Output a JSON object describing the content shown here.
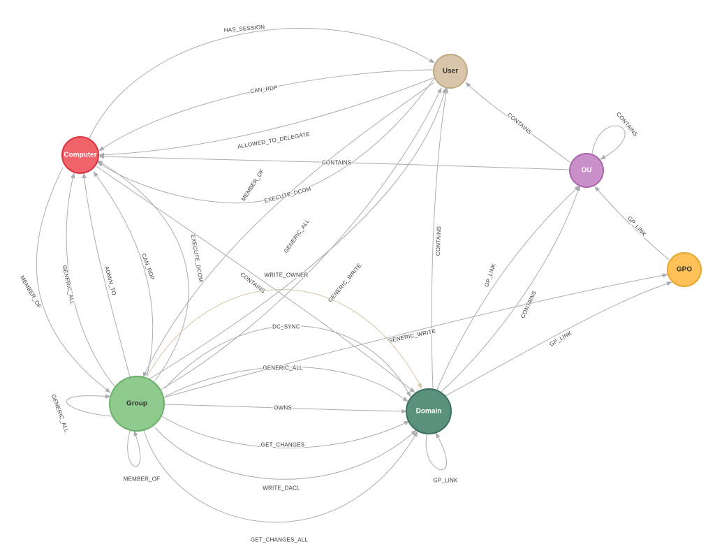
{
  "nodes": [
    {
      "id": "user",
      "label": "User",
      "fill": "#d9c5a9",
      "stroke": "#bfa884",
      "text": "#333333"
    },
    {
      "id": "computer",
      "label": "Computer",
      "fill": "#f0636b",
      "stroke": "#d9333d",
      "text": "#ffffff"
    },
    {
      "id": "ou",
      "label": "OU",
      "fill": "#c98fc9",
      "stroke": "#a966ab",
      "text": "#ffffff"
    },
    {
      "id": "gpo",
      "label": "GPO",
      "fill": "#ffc158",
      "stroke": "#e6a52a",
      "text": "#333333"
    },
    {
      "id": "group",
      "label": "Group",
      "fill": "#8fcb8f",
      "stroke": "#6ab06a",
      "text": "#333333"
    },
    {
      "id": "domain",
      "label": "Domain",
      "fill": "#5a917c",
      "stroke": "#3d705c",
      "text": "#ffffff"
    }
  ],
  "edges": [
    {
      "id": "e1",
      "label": "HAS_SESSION"
    },
    {
      "id": "e2",
      "label": "CAN_RDP"
    },
    {
      "id": "e3",
      "label": "ALLOWED_TO_DELEGATE"
    },
    {
      "id": "e4",
      "label": "CONTAINS"
    },
    {
      "id": "e5",
      "label": "EXECUTE_DCOM"
    },
    {
      "id": "e6",
      "label": "MEMBER_OF"
    },
    {
      "id": "e7",
      "label": "CONTAINS"
    },
    {
      "id": "e8",
      "label": "CONTAINS"
    },
    {
      "id": "e9",
      "label": "GP_LINK"
    },
    {
      "id": "e10",
      "label": "MEMBER_OF"
    },
    {
      "id": "e11",
      "label": "GENERIC_ALL"
    },
    {
      "id": "e12",
      "label": "ADMIN_TO"
    },
    {
      "id": "e13",
      "label": "CAN_RDP"
    },
    {
      "id": "e14",
      "label": "EXECUTE_DCOM"
    },
    {
      "id": "e15",
      "label": "CONTAINS"
    },
    {
      "id": "e16",
      "label": "GENERIC_ALL"
    },
    {
      "id": "e17",
      "label": "GENERIC_WRITE"
    },
    {
      "id": "e18",
      "label": "CONTAINS"
    },
    {
      "id": "e19",
      "label": "GP_LINK"
    },
    {
      "id": "e20",
      "label": "CONTAINS"
    },
    {
      "id": "e21",
      "label": "GENERIC_WRITE"
    },
    {
      "id": "e22",
      "label": "GP_LINK"
    },
    {
      "id": "e23",
      "label": "WRITE_OWNER"
    },
    {
      "id": "e24",
      "label": "DC_SYNC"
    },
    {
      "id": "e25",
      "label": "GENERIC_ALL"
    },
    {
      "id": "e26",
      "label": "OWNS"
    },
    {
      "id": "e27",
      "label": "GET_CHANGES"
    },
    {
      "id": "e28",
      "label": "WRITE_DACL"
    },
    {
      "id": "e29",
      "label": "GET_CHANGES_ALL"
    },
    {
      "id": "e30",
      "label": "GENERIC_ALL"
    },
    {
      "id": "e31",
      "label": "MEMBER_OF"
    },
    {
      "id": "e32",
      "label": "GP_LINK"
    }
  ]
}
